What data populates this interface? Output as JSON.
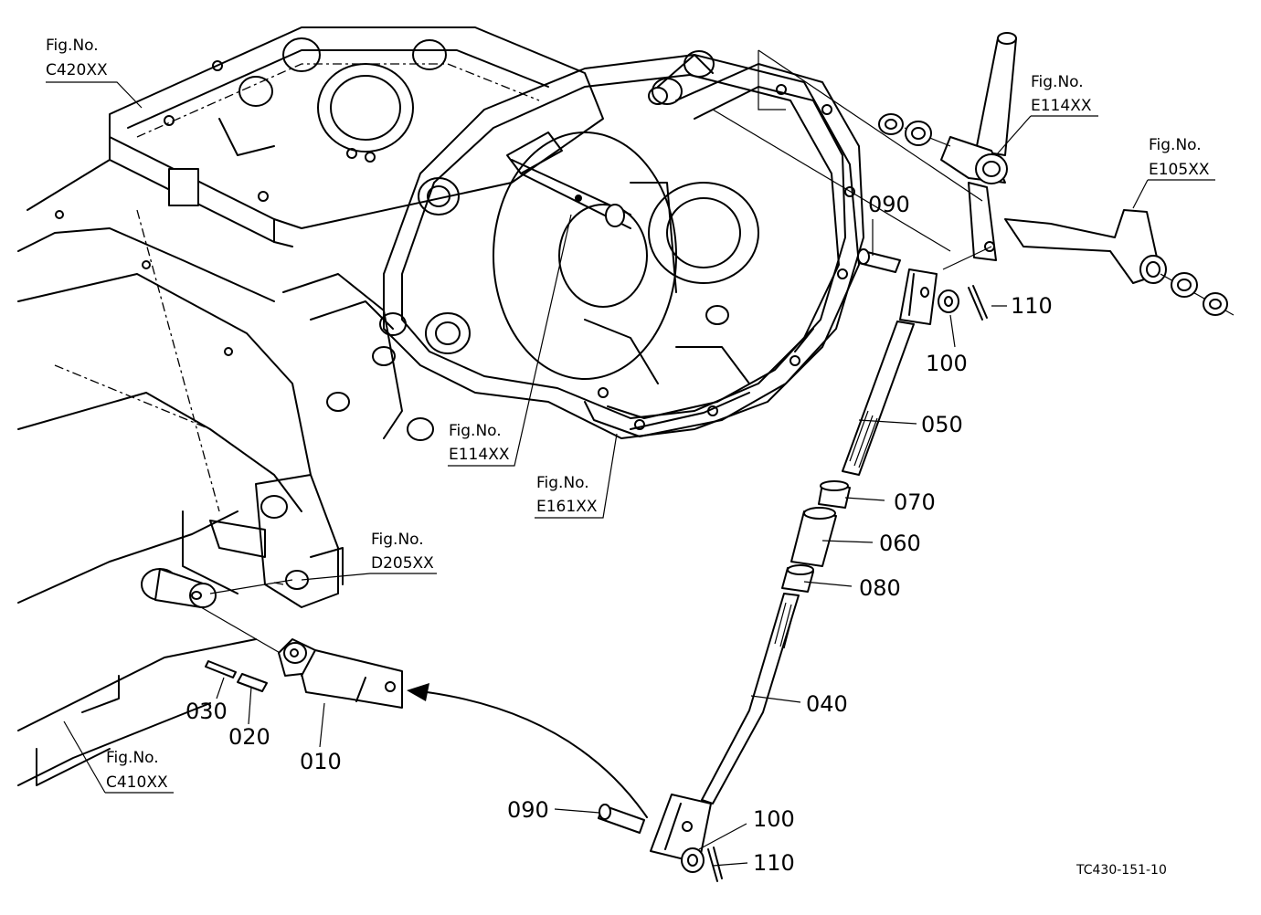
{
  "figure_refs": {
    "c420": {
      "title": "Fig.No.",
      "code": "C420XX"
    },
    "e114_top": {
      "title": "Fig.No.",
      "code": "E114XX"
    },
    "e105": {
      "title": "Fig.No.",
      "code": "E105XX"
    },
    "e114_mid": {
      "title": "Fig.No.",
      "code": "E114XX"
    },
    "e161": {
      "title": "Fig.No.",
      "code": "E161XX"
    },
    "d205": {
      "title": "Fig.No.",
      "code": "D205XX"
    },
    "c410": {
      "title": "Fig.No.",
      "code": "C410XX"
    }
  },
  "callouts": {
    "p090_top": "090",
    "p110_top": "110",
    "p100_top": "100",
    "p050": "050",
    "p070": "070",
    "p060": "060",
    "p080": "080",
    "p040": "040",
    "p030": "030",
    "p020": "020",
    "p010": "010",
    "p090_bottom": "090",
    "p100_bottom": "100",
    "p110_bottom": "110"
  },
  "drawing_code": "TC430-151-10"
}
